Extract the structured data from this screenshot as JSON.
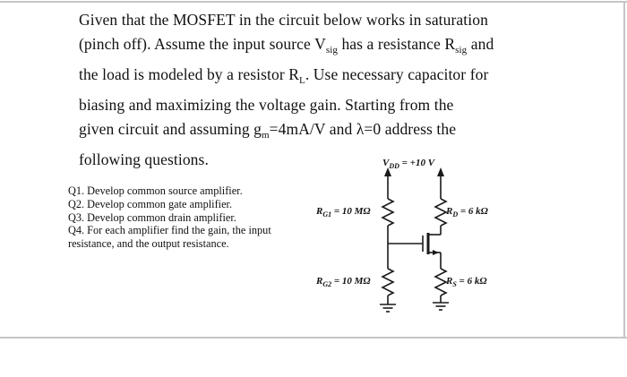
{
  "page": {
    "bg": "#ffffff",
    "border_color": "#c6c6c6",
    "text_color": "#111111"
  },
  "intro": {
    "segments": [
      {
        "t": "Given that the MOSFET in the circuit below works in saturation"
      },
      {
        "br": true
      },
      {
        "t": "(pinch off). Assume the input source V"
      },
      {
        "t": "sig",
        "sub": true
      },
      {
        "t": " has a resistance R"
      },
      {
        "t": "sig",
        "sub": true
      },
      {
        "t": " and"
      },
      {
        "br": true
      },
      {
        "t": "the load is modeled by a resistor R"
      },
      {
        "t": "L",
        "sub": true
      },
      {
        "t": ". Use necessary capacitor for"
      },
      {
        "br": true
      },
      {
        "t": "biasing and maximizing the voltage gain. Starting from the"
      },
      {
        "br": true
      },
      {
        "t": "given circuit and assuming g"
      },
      {
        "t": "m",
        "sub": true
      },
      {
        "t": "=4mA/V and λ=0 address the"
      },
      {
        "br": true
      },
      {
        "t": "following questions."
      }
    ]
  },
  "questions": [
    "Q1. Develop common source amplifier.",
    "Q2. Develop common gate amplifier.",
    "Q3. Develop common drain amplifier.",
    "Q4. For each amplifier find the gain, the input\nresistance, and the output resistance."
  ],
  "circuit": {
    "vdd": {
      "sym": "V",
      "sub": "DD",
      "val": " = +10 V"
    },
    "rg1": {
      "sym": "R",
      "sub": "G1",
      "val": " = 10 MΩ"
    },
    "rg2": {
      "sym": "R",
      "sub": "G2",
      "val": " = 10 MΩ"
    },
    "rd": {
      "sym": "R",
      "sub": "D",
      "val": " = 6 kΩ"
    },
    "rs": {
      "sym": "R",
      "sub": "S",
      "val": " = 6 kΩ"
    }
  }
}
